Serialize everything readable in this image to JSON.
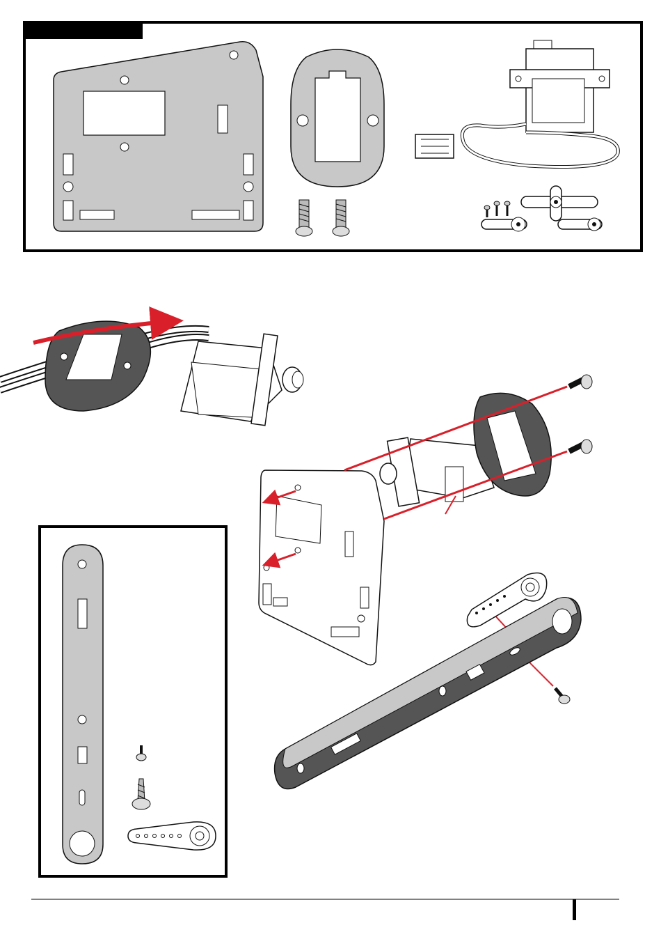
{
  "parts_panel": {
    "tab_label": ""
  },
  "footer": {
    "page_number": ""
  },
  "colors": {
    "plate_fill": "#c8c8c8",
    "dark_part": "#555555",
    "outline": "#111111",
    "arrow_red": "#d9202a",
    "panel_border": "#000000"
  },
  "icons": [
    "mounting-plate",
    "servo-spacer",
    "servo-motor",
    "machine-screw",
    "small-screws",
    "servo-horns",
    "servo-arm-lever",
    "self-tapping-screw",
    "single-servo-horn",
    "assembly-arrow"
  ]
}
